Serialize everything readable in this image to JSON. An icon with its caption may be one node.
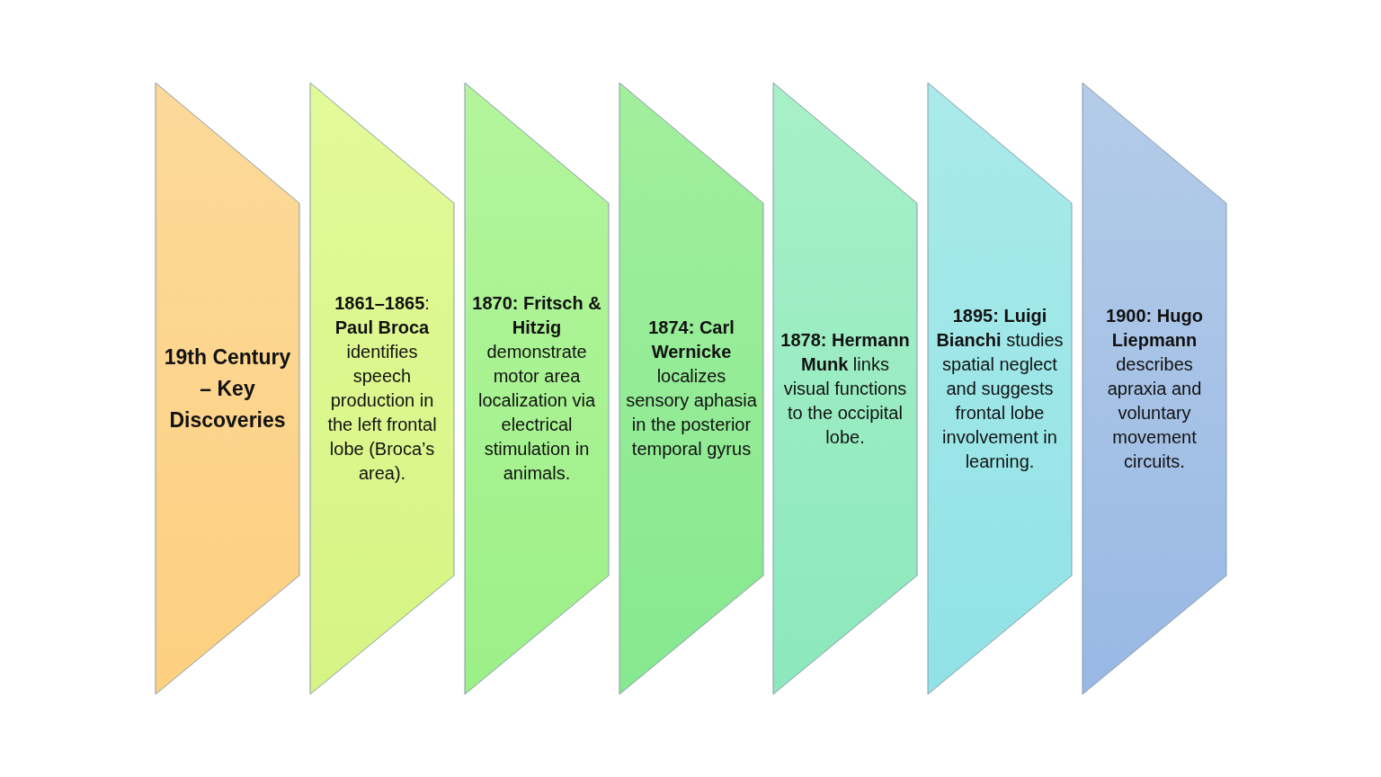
{
  "diagram": {
    "nodes": [
      {
        "text": [
          "19th Century – Key Discoveries"
        ]
      },
      {
        "text": [
          "**1861–1865**: **Paul Broca** identifies speech production in the left frontal lobe (Broca’s area)."
        ]
      },
      {
        "text": [
          "**1870: Fritsch & Hitzig** demonstrate motor area localization via electrical stimulation in animals."
        ]
      },
      {
        "text": [
          "**1874: Carl Wernicke** localizes sensory aphasia in the posterior temporal gyrus"
        ]
      },
      {
        "text": [
          "**1878: Hermann Munk** links visual functions to the occipital lobe."
        ]
      },
      {
        "text": [
          "**1895: Luigi Bianchi** studies spatial neglect and suggests frontal lobe involvement in learning."
        ]
      },
      {
        "text": [
          "**1900: Hugo Liepmann** describes apraxia and voluntary movement circuits."
        ]
      }
    ]
  }
}
